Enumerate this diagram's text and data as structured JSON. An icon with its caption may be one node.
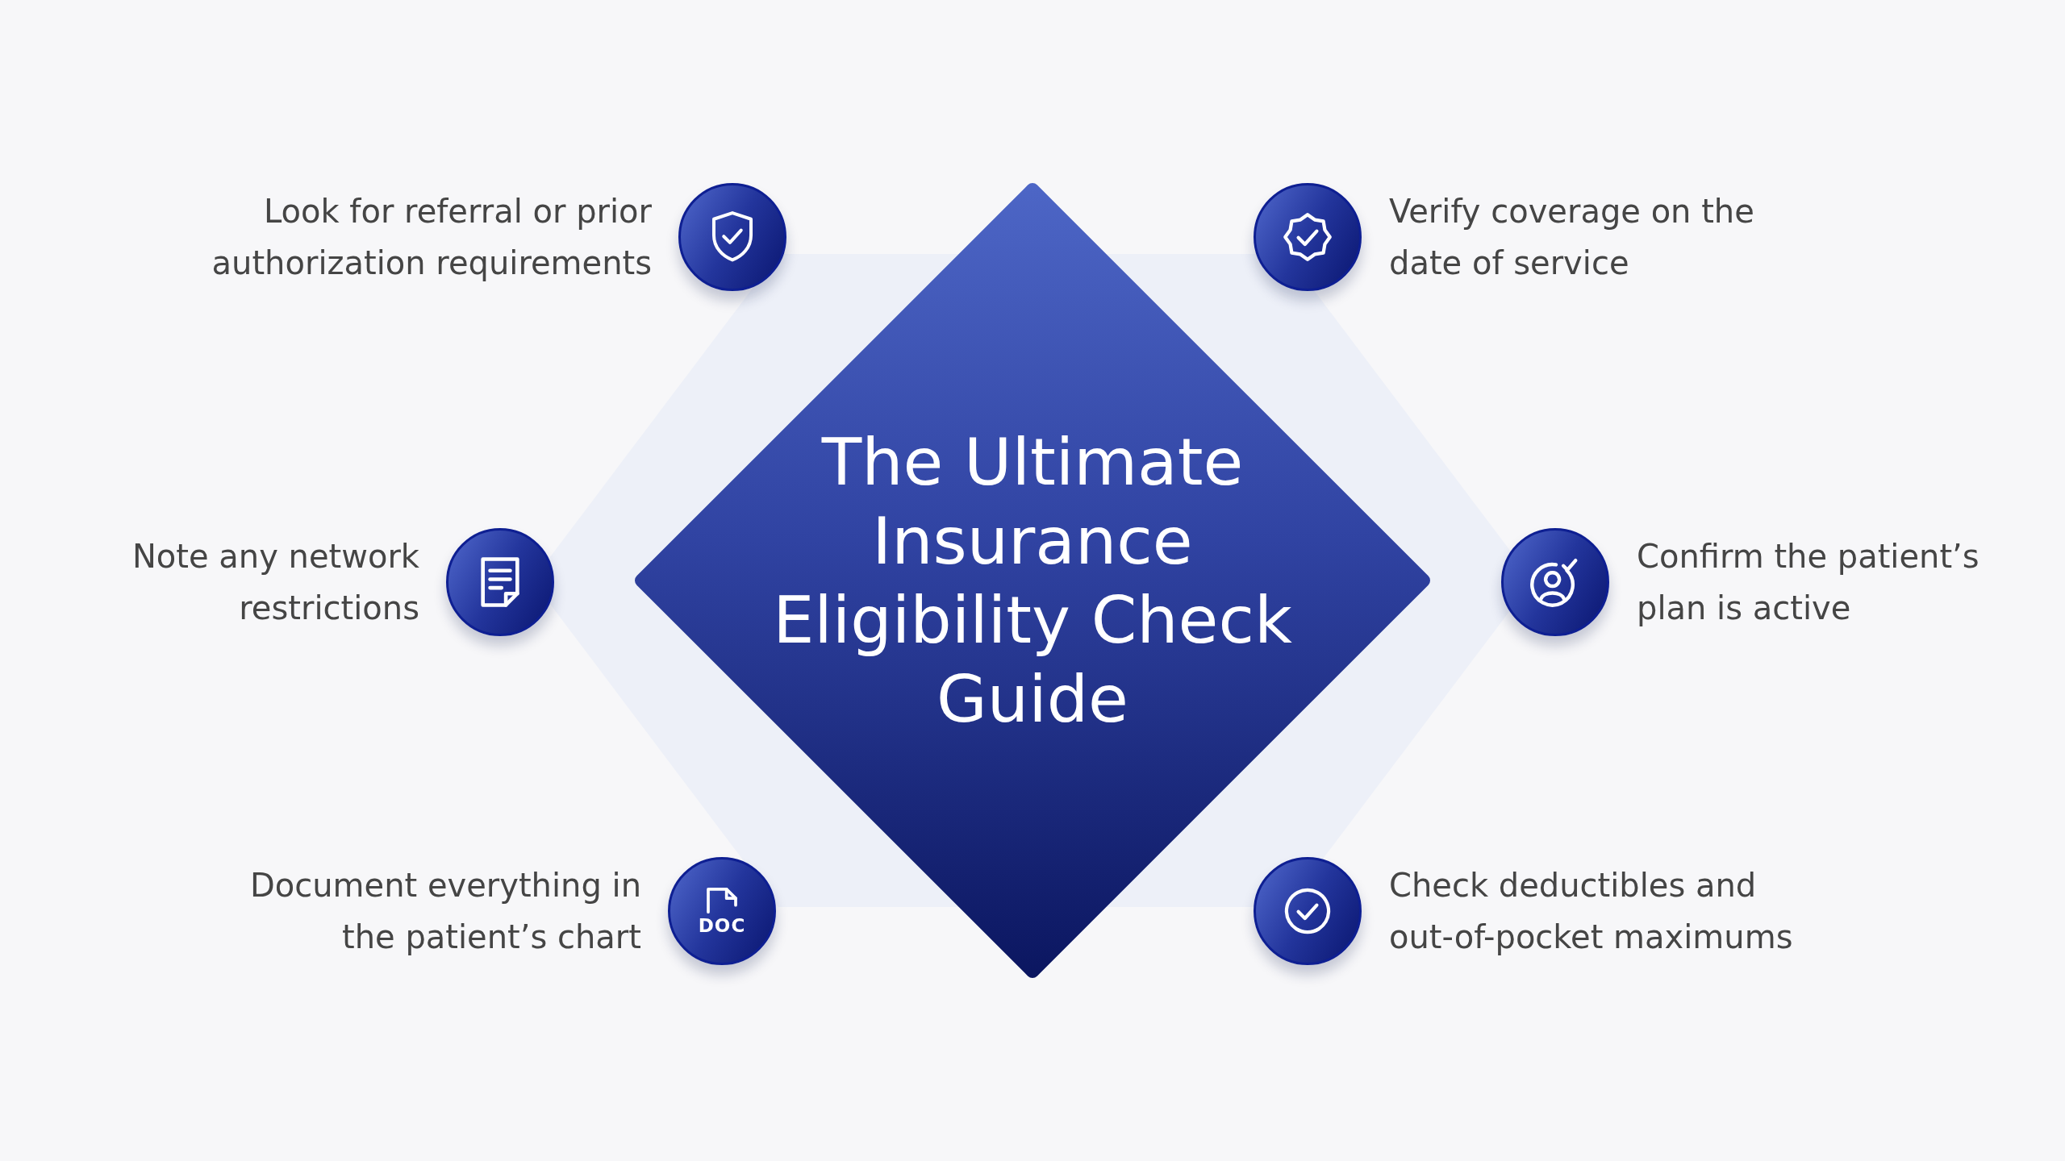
{
  "diagram": {
    "nodes": [
      {
        "text": [
          "The Ultimate Insurance Eligibility Check Guide"
        ]
      },
      {
        "text": [],
        "shape": "circle",
        "beside": [
          "Look for referral or prior authorization requirements"
        ]
      },
      {
        "text": [],
        "shape": "circle",
        "beside": [
          "Verify coverage on the date of service"
        ]
      },
      {
        "text": [],
        "shape": "circle",
        "beside": [
          "Note any network restrictions"
        ]
      },
      {
        "text": [],
        "shape": "circle",
        "beside": [
          "Confirm the patient’s plan is active"
        ]
      },
      {
        "text": [
          "DOC"
        ],
        "beside": [
          "Document everything in the patient’s chart"
        ]
      },
      {
        "text": [],
        "shape": "circle",
        "beside": [
          "Check deductibles and out-of-pocket maximums"
        ]
      }
    ]
  }
}
